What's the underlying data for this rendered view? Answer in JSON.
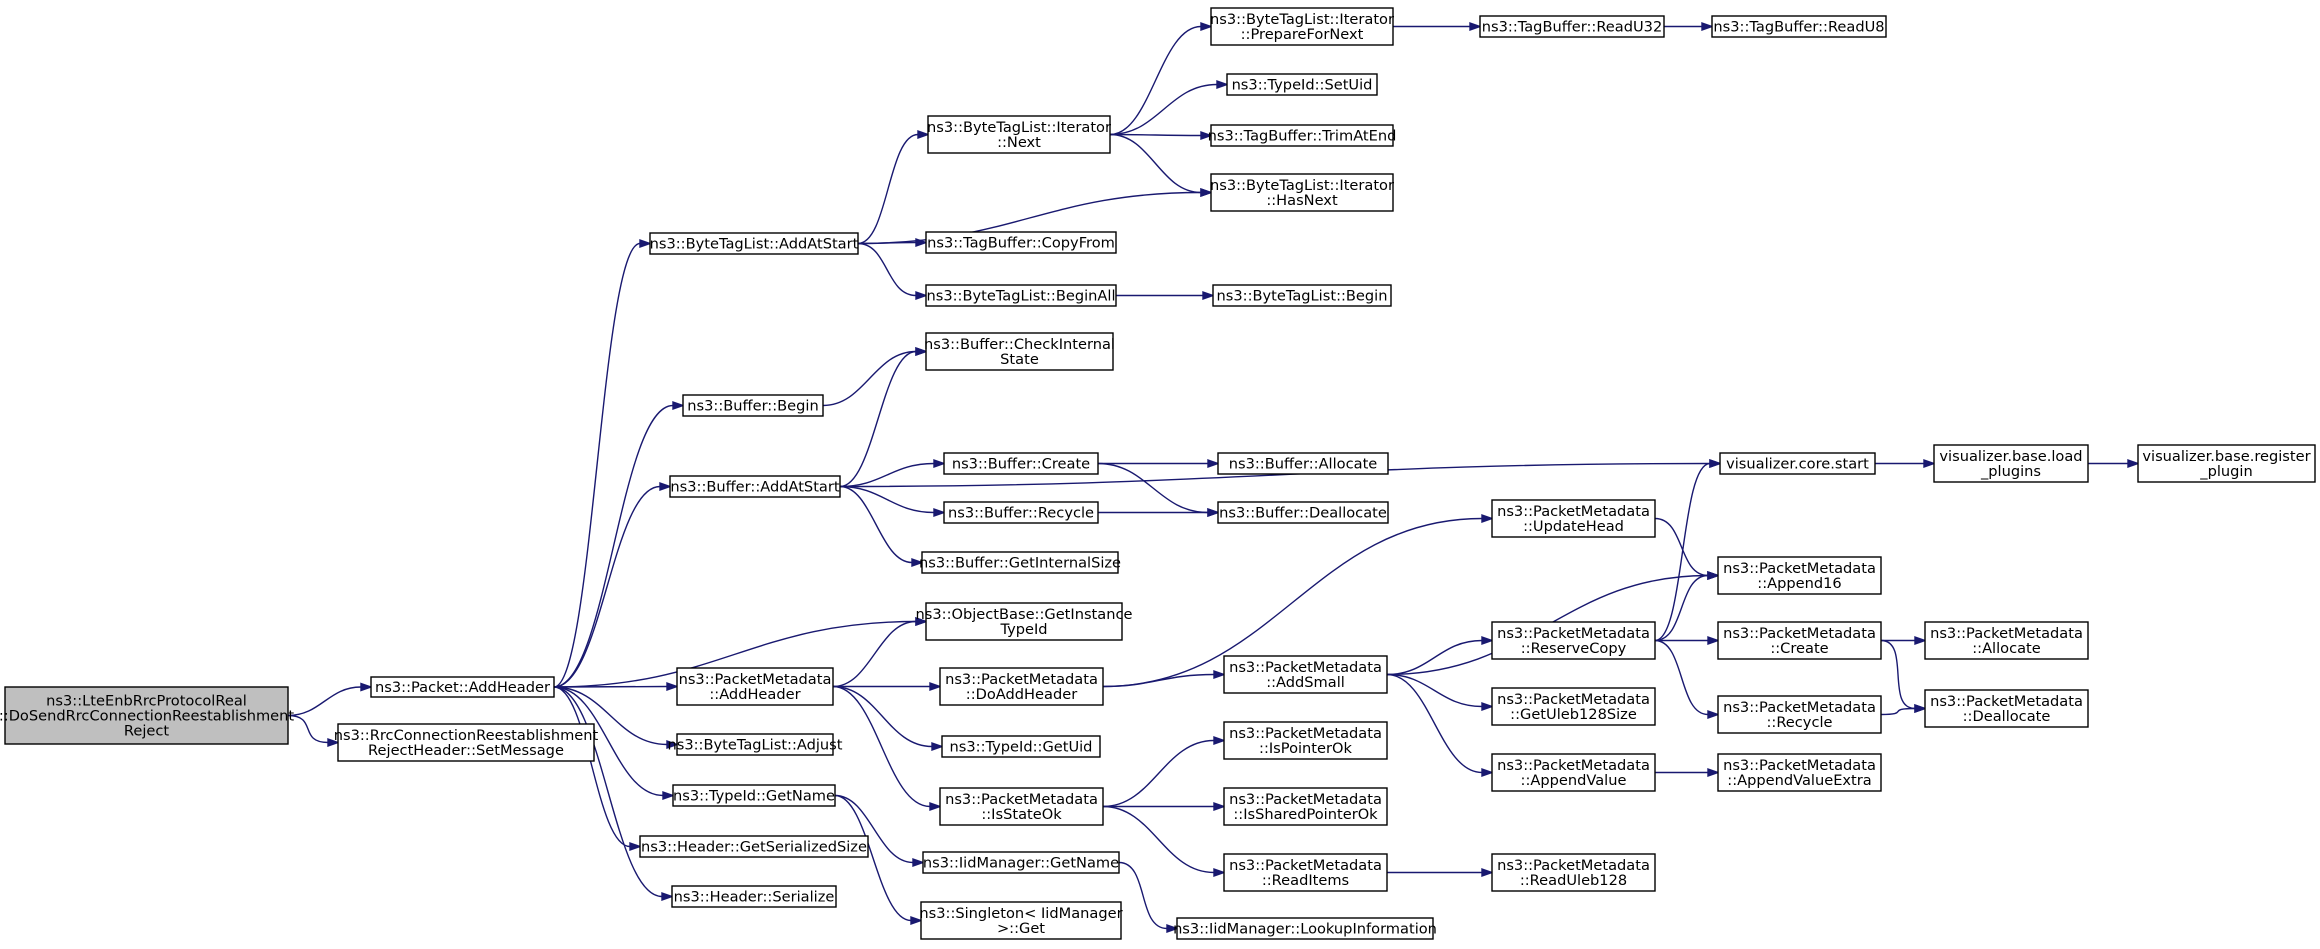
{
  "diagram": {
    "nodes": [
      {
        "id": "root",
        "lines": [
          "ns3::LteEnbRrcProtocolReal",
          "::DoSendRrcConnectionReestablishment",
          "Reject"
        ]
      },
      {
        "id": "pkt_addheader",
        "lines": [
          "ns3::Packet::AddHeader"
        ]
      },
      {
        "id": "rrc_setmessage",
        "lines": [
          "ns3::RrcConnectionReestablishment",
          "RejectHeader::SetMessage"
        ]
      },
      {
        "id": "btl_addatstart",
        "lines": [
          "ns3::ByteTagList::AddAtStart"
        ]
      },
      {
        "id": "buf_begin",
        "lines": [
          "ns3::Buffer::Begin"
        ]
      },
      {
        "id": "buf_addatstart",
        "lines": [
          "ns3::Buffer::AddAtStart"
        ]
      },
      {
        "id": "ob_getinstancetypeid",
        "lines": [
          "ns3::ObjectBase::GetInstance",
          "TypeId"
        ]
      },
      {
        "id": "pm_addheader",
        "lines": [
          "ns3::PacketMetadata",
          "::AddHeader"
        ]
      },
      {
        "id": "btl_adjust",
        "lines": [
          "ns3::ByteTagList::Adjust"
        ]
      },
      {
        "id": "typeid_getname",
        "lines": [
          "ns3::TypeId::GetName"
        ]
      },
      {
        "id": "hdr_getserializedsize",
        "lines": [
          "ns3::Header::GetSerializedSize"
        ]
      },
      {
        "id": "hdr_serialize",
        "lines": [
          "ns3::Header::Serialize"
        ]
      },
      {
        "id": "btl_iter_next",
        "lines": [
          "ns3::ByteTagList::Iterator",
          "::Next"
        ]
      },
      {
        "id": "tb_copyfrom",
        "lines": [
          "ns3::TagBuffer::CopyFrom"
        ]
      },
      {
        "id": "btl_beginall",
        "lines": [
          "ns3::ByteTagList::BeginAll"
        ]
      },
      {
        "id": "buf_checkinternalstate",
        "lines": [
          "ns3::Buffer::CheckInternal",
          "State"
        ]
      },
      {
        "id": "buf_create",
        "lines": [
          "ns3::Buffer::Create"
        ]
      },
      {
        "id": "buf_recycle",
        "lines": [
          "ns3::Buffer::Recycle"
        ]
      },
      {
        "id": "buf_getinternalsize",
        "lines": [
          "ns3::Buffer::GetInternalSize"
        ]
      },
      {
        "id": "pm_doaddheader",
        "lines": [
          "ns3::PacketMetadata",
          "::DoAddHeader"
        ]
      },
      {
        "id": "typeid_getuid",
        "lines": [
          "ns3::TypeId::GetUid"
        ]
      },
      {
        "id": "pm_isstateok",
        "lines": [
          "ns3::PacketMetadata",
          "::IsStateOk"
        ]
      },
      {
        "id": "iid_getname",
        "lines": [
          "ns3::IidManager::GetName"
        ]
      },
      {
        "id": "singleton_get",
        "lines": [
          "ns3::Singleton< IidManager",
          ">::Get"
        ]
      },
      {
        "id": "btl_iter_preparefornext",
        "lines": [
          "ns3::ByteTagList::Iterator",
          "::PrepareForNext"
        ]
      },
      {
        "id": "typeid_setuid",
        "lines": [
          "ns3::TypeId::SetUid"
        ]
      },
      {
        "id": "tb_trimatend",
        "lines": [
          "ns3::TagBuffer::TrimAtEnd"
        ]
      },
      {
        "id": "btl_iter_hasnext",
        "lines": [
          "ns3::ByteTagList::Iterator",
          "::HasNext"
        ]
      },
      {
        "id": "btl_begin",
        "lines": [
          "ns3::ByteTagList::Begin"
        ]
      },
      {
        "id": "buf_allocate",
        "lines": [
          "ns3::Buffer::Allocate"
        ]
      },
      {
        "id": "buf_deallocate",
        "lines": [
          "ns3::Buffer::Deallocate"
        ]
      },
      {
        "id": "pm_addsmall",
        "lines": [
          "ns3::PacketMetadata",
          "::AddSmall"
        ]
      },
      {
        "id": "pm_ispointerok",
        "lines": [
          "ns3::PacketMetadata",
          "::IsPointerOk"
        ]
      },
      {
        "id": "pm_issharedpointerok",
        "lines": [
          "ns3::PacketMetadata",
          "::IsSharedPointerOk"
        ]
      },
      {
        "id": "pm_readitems",
        "lines": [
          "ns3::PacketMetadata",
          "::ReadItems"
        ]
      },
      {
        "id": "iid_lookupinformation",
        "lines": [
          "ns3::IidManager::LookupInformation"
        ]
      },
      {
        "id": "tb_readu32",
        "lines": [
          "ns3::TagBuffer::ReadU32"
        ]
      },
      {
        "id": "pm_updatehead",
        "lines": [
          "ns3::PacketMetadata",
          "::UpdateHead"
        ]
      },
      {
        "id": "pm_reservecopy",
        "lines": [
          "ns3::PacketMetadata",
          "::ReserveCopy"
        ]
      },
      {
        "id": "pm_getuleb128size",
        "lines": [
          "ns3::PacketMetadata",
          "::GetUleb128Size"
        ]
      },
      {
        "id": "pm_appendvalue",
        "lines": [
          "ns3::PacketMetadata",
          "::AppendValue"
        ]
      },
      {
        "id": "pm_readuleb128",
        "lines": [
          "ns3::PacketMetadata",
          "::ReadUleb128"
        ]
      },
      {
        "id": "tb_readu8",
        "lines": [
          "ns3::TagBuffer::ReadU8"
        ]
      },
      {
        "id": "viz_core_start",
        "lines": [
          "visualizer.core.start"
        ]
      },
      {
        "id": "pm_append16",
        "lines": [
          "ns3::PacketMetadata",
          "::Append16"
        ]
      },
      {
        "id": "pm_create",
        "lines": [
          "ns3::PacketMetadata",
          "::Create"
        ]
      },
      {
        "id": "pm_recycle",
        "lines": [
          "ns3::PacketMetadata",
          "::Recycle"
        ]
      },
      {
        "id": "pm_appendvalueextra",
        "lines": [
          "ns3::PacketMetadata",
          "::AppendValueExtra"
        ]
      },
      {
        "id": "viz_base_loadplugins",
        "lines": [
          "visualizer.base.load",
          "_plugins"
        ]
      },
      {
        "id": "pm_allocate",
        "lines": [
          "ns3::PacketMetadata",
          "::Allocate"
        ]
      },
      {
        "id": "pm_deallocate",
        "lines": [
          "ns3::PacketMetadata",
          "::Deallocate"
        ]
      },
      {
        "id": "viz_base_registerplugin",
        "lines": [
          "visualizer.base.register",
          "_plugin"
        ]
      }
    ],
    "edges": [
      [
        "root",
        "pkt_addheader"
      ],
      [
        "root",
        "rrc_setmessage"
      ],
      [
        "pkt_addheader",
        "btl_addatstart"
      ],
      [
        "pkt_addheader",
        "buf_begin"
      ],
      [
        "pkt_addheader",
        "buf_addatstart"
      ],
      [
        "pkt_addheader",
        "ob_getinstancetypeid"
      ],
      [
        "pkt_addheader",
        "pm_addheader"
      ],
      [
        "pkt_addheader",
        "btl_adjust"
      ],
      [
        "pkt_addheader",
        "typeid_getname"
      ],
      [
        "pkt_addheader",
        "hdr_getserializedsize"
      ],
      [
        "pkt_addheader",
        "hdr_serialize"
      ],
      [
        "btl_addatstart",
        "btl_iter_next"
      ],
      [
        "btl_addatstart",
        "btl_iter_hasnext"
      ],
      [
        "btl_addatstart",
        "tb_copyfrom"
      ],
      [
        "btl_addatstart",
        "btl_beginall"
      ],
      [
        "btl_iter_next",
        "btl_iter_preparefornext"
      ],
      [
        "btl_iter_next",
        "typeid_setuid"
      ],
      [
        "btl_iter_next",
        "tb_trimatend"
      ],
      [
        "btl_iter_next",
        "btl_iter_hasnext"
      ],
      [
        "btl_iter_preparefornext",
        "tb_readu32"
      ],
      [
        "tb_readu32",
        "tb_readu8"
      ],
      [
        "btl_beginall",
        "btl_begin"
      ],
      [
        "buf_begin",
        "buf_checkinternalstate"
      ],
      [
        "buf_addatstart",
        "buf_checkinternalstate"
      ],
      [
        "buf_addatstart",
        "viz_core_start"
      ],
      [
        "buf_addatstart",
        "buf_create"
      ],
      [
        "buf_addatstart",
        "buf_recycle"
      ],
      [
        "buf_addatstart",
        "buf_getinternalsize"
      ],
      [
        "buf_create",
        "buf_allocate"
      ],
      [
        "buf_create",
        "buf_deallocate"
      ],
      [
        "buf_recycle",
        "buf_deallocate"
      ],
      [
        "viz_core_start",
        "viz_base_loadplugins"
      ],
      [
        "viz_base_loadplugins",
        "viz_base_registerplugin"
      ],
      [
        "pm_addheader",
        "ob_getinstancetypeid"
      ],
      [
        "pm_addheader",
        "pm_doaddheader"
      ],
      [
        "pm_addheader",
        "typeid_getuid"
      ],
      [
        "pm_addheader",
        "pm_isstateok"
      ],
      [
        "pm_doaddheader",
        "pm_updatehead"
      ],
      [
        "pm_doaddheader",
        "pm_addsmall"
      ],
      [
        "pm_updatehead",
        "pm_append16"
      ],
      [
        "pm_addsmall",
        "pm_append16"
      ],
      [
        "pm_addsmall",
        "pm_reservecopy"
      ],
      [
        "pm_addsmall",
        "pm_getuleb128size"
      ],
      [
        "pm_addsmall",
        "pm_appendvalue"
      ],
      [
        "pm_reservecopy",
        "viz_core_start"
      ],
      [
        "pm_reservecopy",
        "pm_append16"
      ],
      [
        "pm_reservecopy",
        "pm_create"
      ],
      [
        "pm_reservecopy",
        "pm_recycle"
      ],
      [
        "pm_create",
        "pm_allocate"
      ],
      [
        "pm_create",
        "pm_deallocate"
      ],
      [
        "pm_recycle",
        "pm_deallocate"
      ],
      [
        "pm_appendvalue",
        "pm_appendvalueextra"
      ],
      [
        "pm_isstateok",
        "pm_ispointerok"
      ],
      [
        "pm_isstateok",
        "pm_issharedpointerok"
      ],
      [
        "pm_isstateok",
        "pm_readitems"
      ],
      [
        "pm_readitems",
        "pm_readuleb128"
      ],
      [
        "typeid_getname",
        "iid_getname"
      ],
      [
        "typeid_getname",
        "singleton_get"
      ],
      [
        "iid_getname",
        "iid_lookupinformation"
      ]
    ]
  }
}
